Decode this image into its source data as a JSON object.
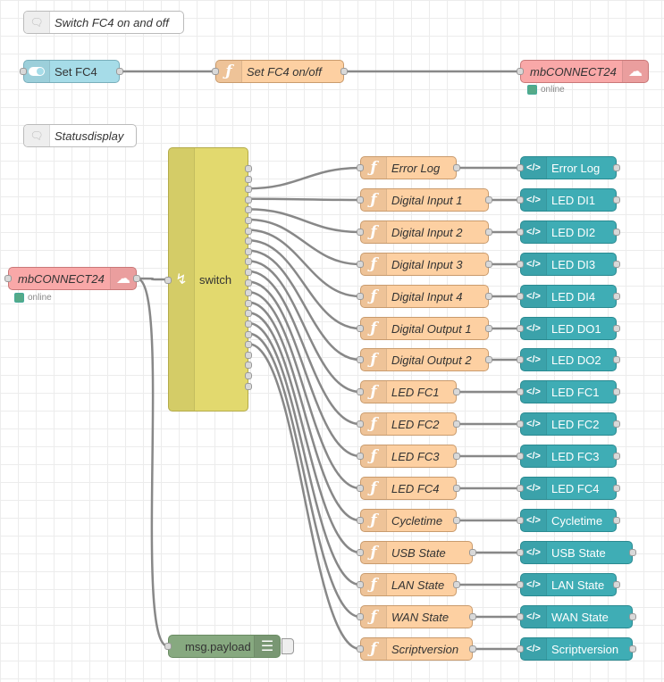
{
  "colors": {
    "function": "#fdd0a2",
    "template": "#3fadb5",
    "mbconnect": "#f9a8a8",
    "inject": "#a6dce8",
    "switch": "#e2d96e",
    "debug": "#87a980",
    "wire": "#888888"
  },
  "comments": [
    {
      "label": "Switch FC4 on and off"
    },
    {
      "label": "Statusdisplay"
    }
  ],
  "top_flow": {
    "inject": {
      "label": "Set FC4",
      "icon": "toggle-icon"
    },
    "function": {
      "label": "Set FC4 on/off",
      "icon": "function-icon"
    },
    "mbconnect": {
      "label": "mbCONNECT24",
      "icon": "cloud-icon",
      "status": "online"
    }
  },
  "status_flow": {
    "source": {
      "label": "mbCONNECT24",
      "icon": "cloud-icon",
      "status": "online"
    },
    "switch": {
      "label": "switch",
      "icon": "switch-icon"
    },
    "debug": {
      "label": "msg.payload",
      "icon": "list-icon"
    }
  },
  "rows": [
    {
      "function": "Error Log",
      "template": "Error Log"
    },
    {
      "function": "Digital Input 1",
      "template": "LED DI1"
    },
    {
      "function": "Digital Input 2",
      "template": "LED DI2"
    },
    {
      "function": "Digital Input 3",
      "template": "LED DI3"
    },
    {
      "function": "Digital Input 4",
      "template": "LED DI4"
    },
    {
      "function": "Digital Output 1",
      "template": "LED DO1"
    },
    {
      "function": "Digital Output 2",
      "template": "LED DO2"
    },
    {
      "function": "LED FC1",
      "template": "LED FC1"
    },
    {
      "function": "LED FC2",
      "template": "LED FC2"
    },
    {
      "function": "LED FC3",
      "template": "LED FC3"
    },
    {
      "function": "LED FC4",
      "template": "LED FC4"
    },
    {
      "function": "Cycletime",
      "template": "Cycletime"
    },
    {
      "function": "USB State",
      "template": "USB State"
    },
    {
      "function": "LAN State",
      "template": "LAN State"
    },
    {
      "function": "WAN State",
      "template": "WAN State"
    },
    {
      "function": "Scriptversion",
      "template": "Scriptversion"
    }
  ]
}
